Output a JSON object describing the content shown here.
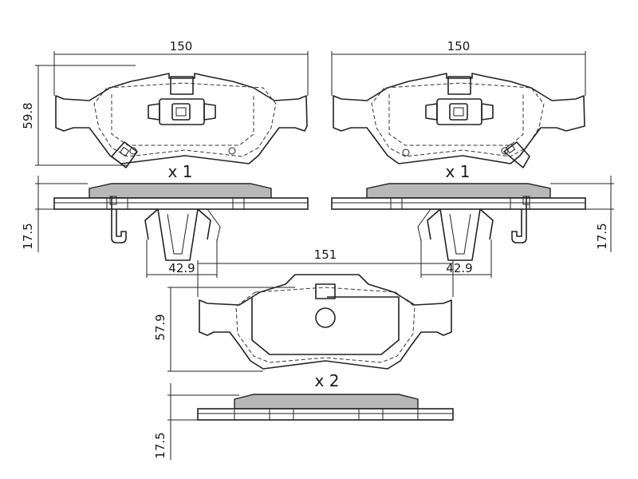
{
  "drawing": {
    "pad_left": {
      "width_dim": "150",
      "height_dim": "59.8",
      "quantity": "x 1",
      "thickness_dim": "17.5",
      "clip_dim": "42.9"
    },
    "pad_right": {
      "width_dim": "150",
      "quantity": "x 1",
      "thickness_dim": "17.5",
      "clip_dim": "42.9"
    },
    "pad_bottom": {
      "width_dim": "151",
      "height_dim": "57.9",
      "quantity": "x 2",
      "thickness_dim": "17.5"
    }
  }
}
